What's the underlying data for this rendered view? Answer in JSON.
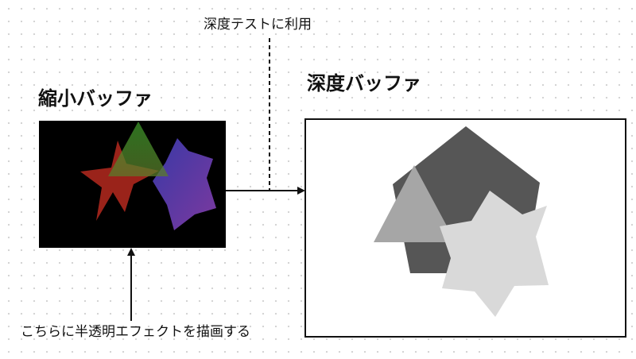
{
  "labels": {
    "small_buffer": "縮小バッファ",
    "depth_buffer": "深度バッファ",
    "depth_test_note": "深度テストに利用",
    "draw_note": "こちらに半透明エフェクトを描画する"
  },
  "colors": {
    "small_buffer_bg": "#000000",
    "red_shape": "#b5291f",
    "green_shape": "#4e9a2c",
    "purple_shape": "#5a3fb0",
    "depth_pentagon": "#565656",
    "depth_triangle": "#a6a6a6",
    "depth_star": "#d9d9d9"
  }
}
